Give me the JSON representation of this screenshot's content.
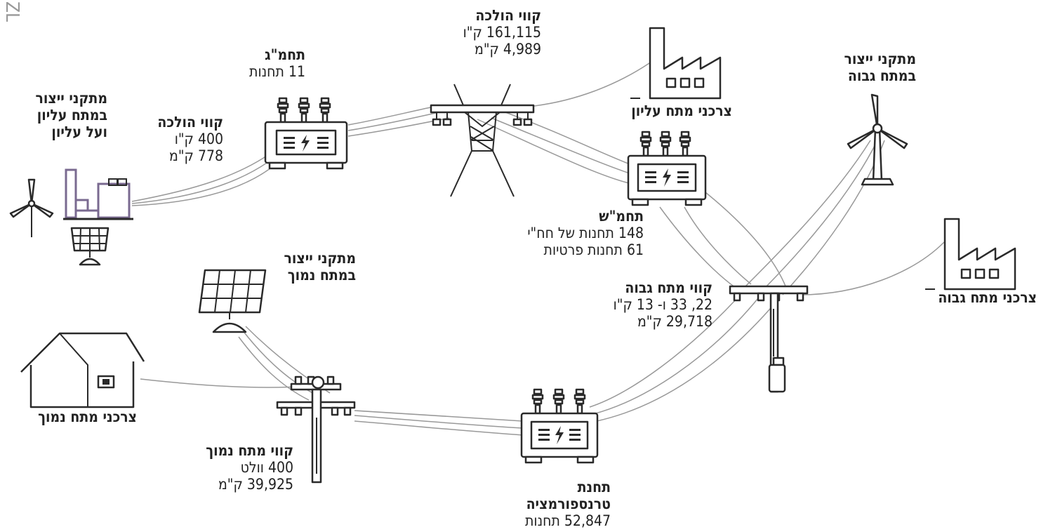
{
  "corner_mark": "ZL",
  "labels": {
    "gen_extra_high": {
      "title_lines": [
        "מתקני ייצור",
        "במתח עליון",
        "ועל עליון"
      ]
    },
    "tl_400": {
      "title": "קווי הולכה",
      "lines": [
        "400 ק\"ו",
        "778 ק\"מ"
      ]
    },
    "tahmag": {
      "title": "תחמ\"ג",
      "lines": [
        "11 תחנות"
      ]
    },
    "tl_161": {
      "title": "קווי הולכה",
      "lines": [
        "161,115 ק\"ו",
        "4,989 ק\"מ"
      ]
    },
    "cons_extra_high": {
      "title": "צרכני מתח עליון"
    },
    "gen_high": {
      "title_lines": [
        "מתקני ייצור",
        "במתח גבוה"
      ]
    },
    "tahmash": {
      "title": "תחמ\"ש",
      "lines": [
        "148 תחנות של חח\"י",
        "61 תחנות פרטיות"
      ]
    },
    "hv_lines": {
      "title": "קווי מתח גבוה",
      "lines": [
        "22, 33 ו- 13 ק\"ו",
        "29,718 ק\"מ"
      ]
    },
    "cons_high": {
      "title": "צרכני מתח גבוה"
    },
    "gen_low": {
      "title_lines": [
        "מתקני ייצור",
        "במתח נמוך"
      ]
    },
    "cons_low": {
      "title": "צרכני מתח נמוך"
    },
    "lv_lines": {
      "title": "קווי מתח נמוך",
      "lines": [
        "400 וולט",
        "39,925 ק\"מ"
      ]
    },
    "transformation": {
      "title_lines": [
        "תחנת",
        "טרנספורמציה"
      ],
      "lines": [
        "52,847 תחנות"
      ]
    }
  },
  "icons": [
    "wind-turbine-icon",
    "power-plant-icon",
    "solar-panel-icon",
    "transformer-icon",
    "transmission-tower-icon",
    "factory-icon",
    "distribution-pole-icon",
    "house-icon",
    "utility-pole-icon"
  ],
  "colors": {
    "icon_stroke": "#2a2a2a",
    "wire": "#999999",
    "plant_accent": "#8a7aa0"
  }
}
